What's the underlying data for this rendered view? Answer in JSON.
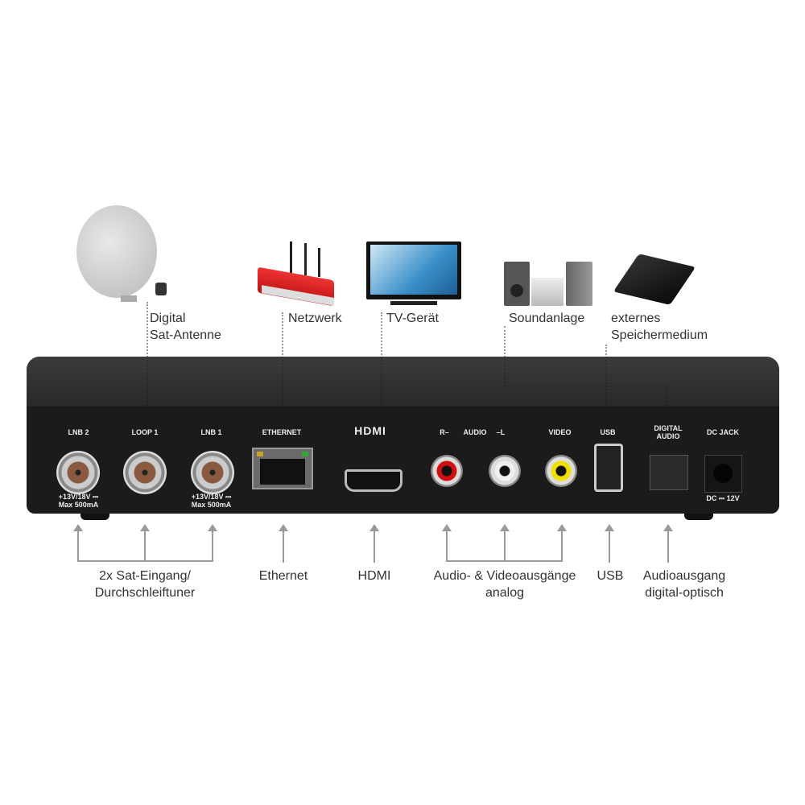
{
  "devices": {
    "sat": "Digital\nSat-Antenne",
    "network": "Netzwerk",
    "tv": "TV-Gerät",
    "sound": "Soundanlage",
    "storage": "externes\nSpeichermedium"
  },
  "ports": {
    "lnb2": "LNB 2",
    "loop1": "LOOP 1",
    "lnb1": "LNB 1",
    "lnb_spec": "+13V/18V ⎓\nMax 500mA",
    "ethernet": "ETHERNET",
    "hdmi_logo": "HDMI",
    "audio_r": "R–",
    "audio": "AUDIO",
    "audio_l": "–L",
    "video": "VIDEO",
    "usb": "USB",
    "digital_audio": "DIGITAL\nAUDIO",
    "dc_jack": "DC JACK",
    "dc_spec": "DC ⎓ 12V"
  },
  "functions": {
    "sat_in": "2x Sat-Eingang/\nDurchschleiftuner",
    "ethernet": "Ethernet",
    "hdmi": "HDMI",
    "av": "Audio- & Videoausgänge\nanalog",
    "usb": "USB",
    "optical": "Audioausgang\ndigital-optisch"
  }
}
